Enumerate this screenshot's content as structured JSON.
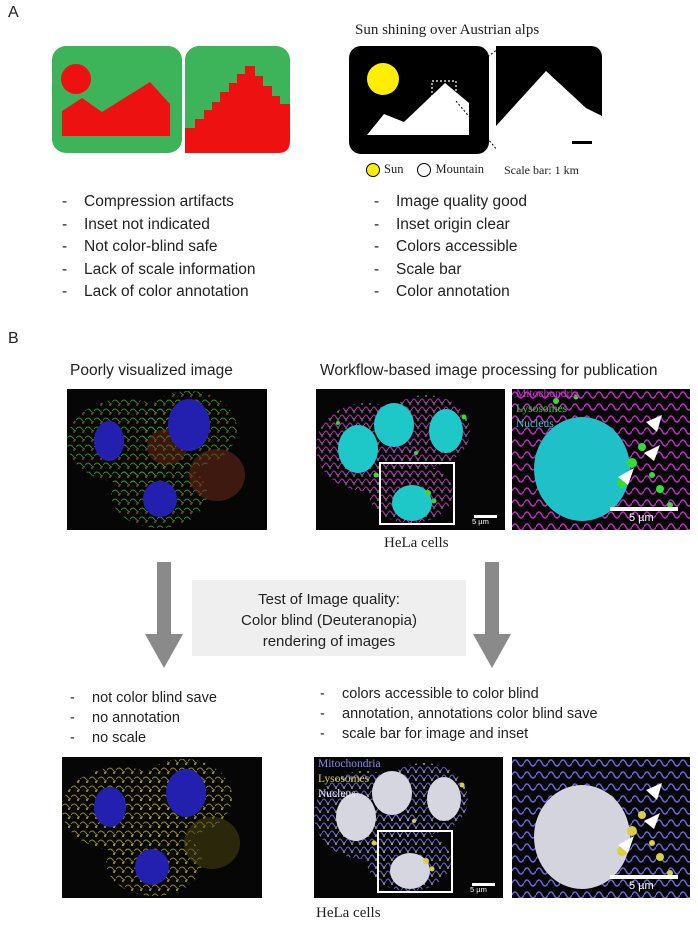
{
  "panel_a": {
    "letter": "A",
    "title": "Sun shining over Austrian alps",
    "legend_sun": "Sun",
    "legend_mountain": "Mountain",
    "scale_text": "Scale bar: 1 km",
    "bad_points": [
      "Compression artifacts",
      "Inset not indicated",
      "Not color-blind safe",
      "Lack of scale information",
      "Lack of color annotation"
    ],
    "good_points": [
      "Image quality good",
      "Inset origin clear",
      "Colors accessible",
      "Scale bar",
      "Color annotation"
    ],
    "colors": {
      "bad_background": "#3db35a",
      "bad_shape": "#ee1111",
      "good_background": "#000000",
      "sun": "#ffee00",
      "mountain": "#ffffff"
    }
  },
  "panel_b": {
    "letter": "B",
    "left_heading": "Poorly visualized image",
    "right_heading": "Workflow-based image processing for publication",
    "labels_top": [
      "Mitochondria",
      "Lysosomes",
      "Nucleus"
    ],
    "labels_bottom": [
      "Mitochondria",
      "Lysosomes",
      "Nucleus"
    ],
    "scale_label_small": "5 µm",
    "scale_label_inset": "5 µm",
    "caption_top": "HeLa cells",
    "caption_bottom": "HeLa cells",
    "test_box": [
      "Test of Image quality:",
      "Color blind (Deuteranopia)",
      "rendering of images"
    ],
    "bad_points": [
      "not color blind save",
      "no annotation",
      "no scale"
    ],
    "good_points": [
      "colors accessible to color blind",
      "annotation, annotations color blind save",
      "scale bar for image and inset"
    ],
    "colors": {
      "mito": "#d02ad0",
      "lyso": "#33cc33",
      "nucleus": "#22d0d0",
      "mito_db": "#7777ee",
      "lyso_db": "#d8d040",
      "nucleus_db": "#e8e8f0",
      "arrow": "#8a8a8a",
      "test_box_bg": "#efefef"
    }
  }
}
